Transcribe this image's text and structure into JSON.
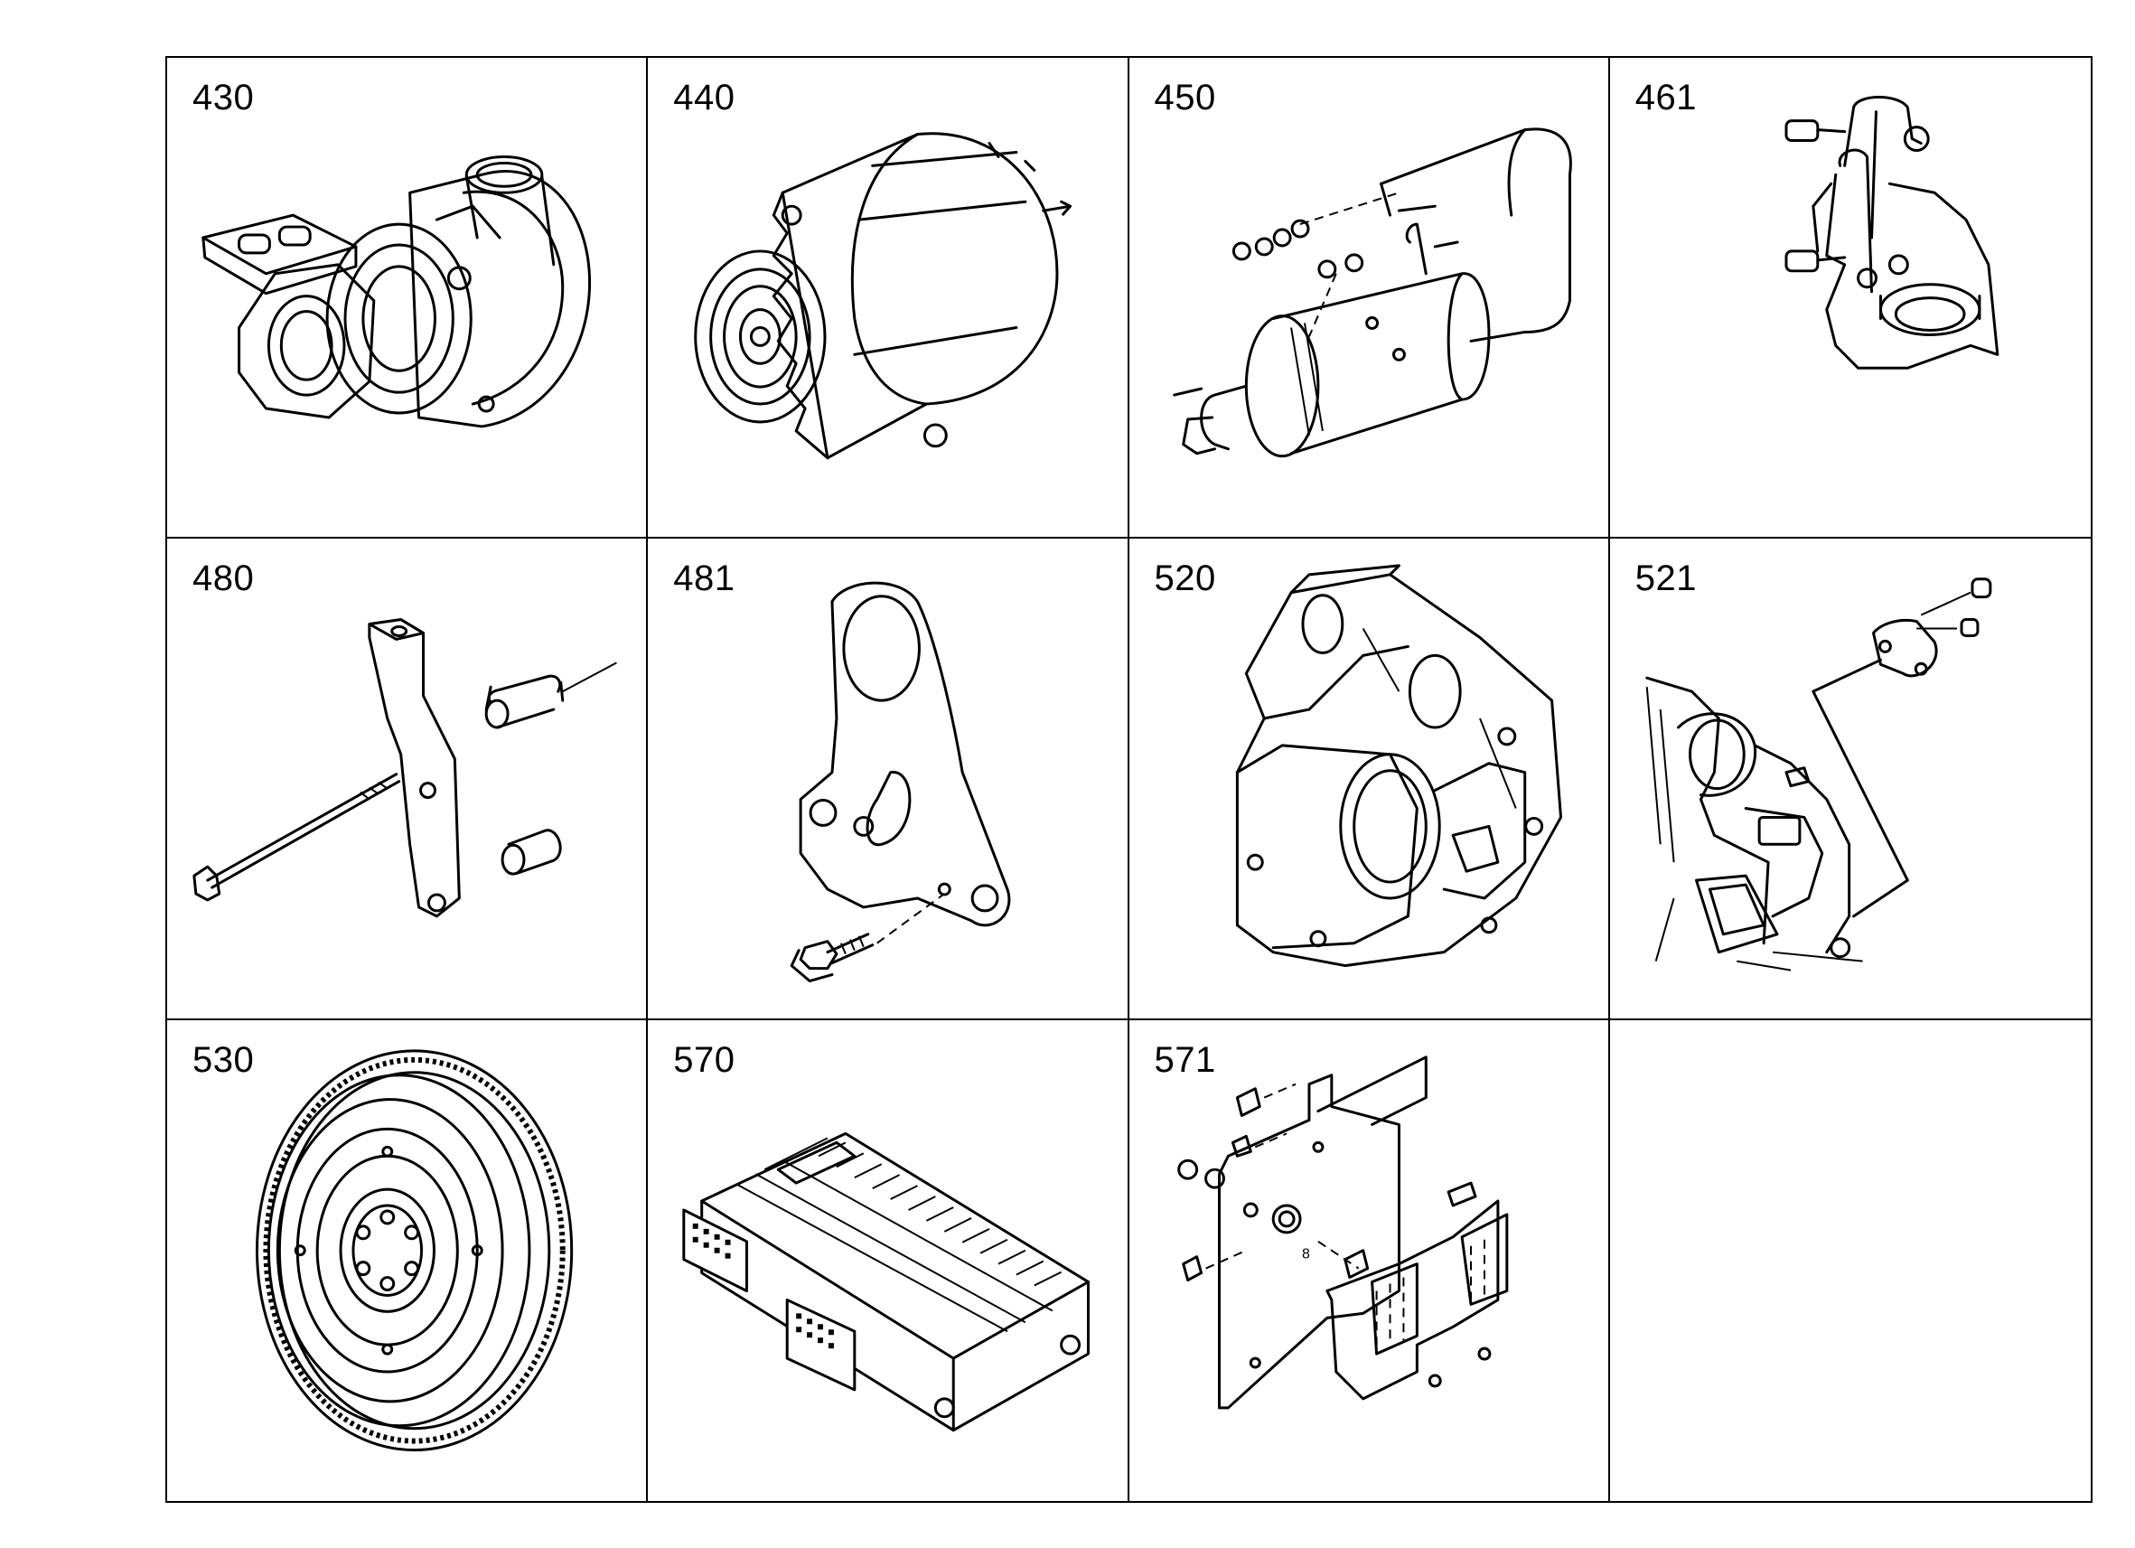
{
  "cells": [
    {
      "code": "430",
      "icon": "turbocharger-icon"
    },
    {
      "code": "440",
      "icon": "alternator-icon"
    },
    {
      "code": "450",
      "icon": "starter-motor-icon"
    },
    {
      "code": "461",
      "icon": "engine-mount-bracket-icon"
    },
    {
      "code": "480",
      "icon": "alternator-bracket-kit-icon"
    },
    {
      "code": "481",
      "icon": "lifting-bracket-icon"
    },
    {
      "code": "520",
      "icon": "flywheel-housing-icon"
    },
    {
      "code": "521",
      "icon": "cover-plate-icon"
    },
    {
      "code": "530",
      "icon": "flywheel-icon"
    },
    {
      "code": "570",
      "icon": "ecu-icon"
    },
    {
      "code": "571",
      "icon": "ecu-mounting-bracket-icon"
    },
    {
      "code": "",
      "icon": ""
    }
  ],
  "callouts": {
    "c571_screw": "8"
  }
}
